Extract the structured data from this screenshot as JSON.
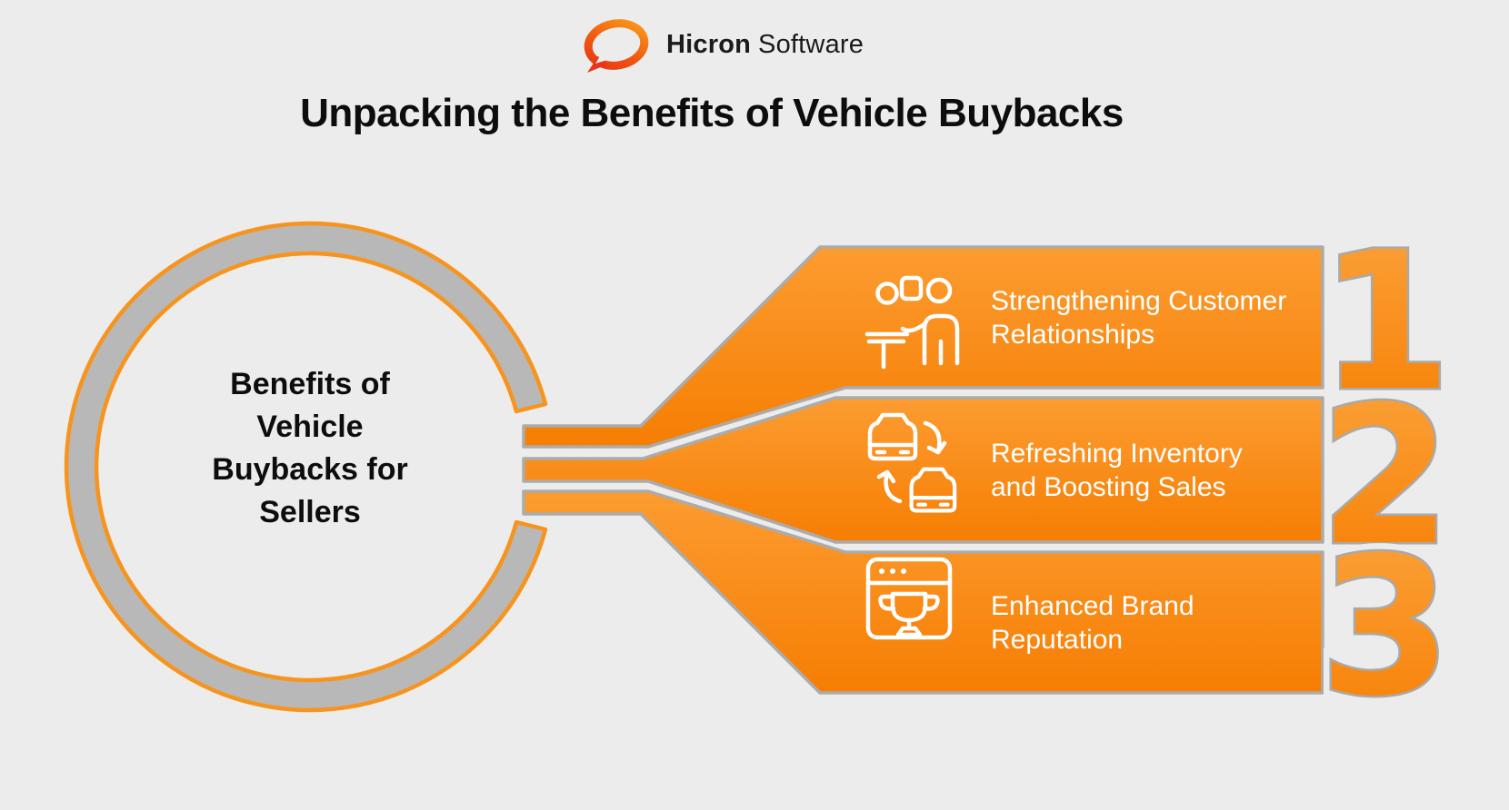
{
  "background": "#ECECEC",
  "colors": {
    "banner_orange_top": "#FC9C31",
    "banner_orange_bottom": "#F67E03",
    "banner_outline_gray": "#ABABAB",
    "ring_gray": "#B8B8B8",
    "ring_orange": "#F7941E",
    "number_outline_gray": "#A9A9A9",
    "logo_gradient_start": "#F8A01D",
    "logo_gradient_end": "#E63517",
    "title_black": "#0d0d0d",
    "banner_text_white": "#ffffff"
  },
  "header": {
    "logo_brand": "Hicron",
    "logo_suffix": "Software",
    "title": "Unpacking the Benefits of Vehicle Buybacks"
  },
  "hub": {
    "label": "Benefits of\nVehicle\nBuybacks for\nSellers"
  },
  "items": [
    {
      "number": "1",
      "label": "Strengthening Customer\nRelationships",
      "icon": "presenter-customers-icon"
    },
    {
      "number": "2",
      "label": "Refreshing Inventory\nand Boosting Sales",
      "icon": "car-exchange-icon"
    },
    {
      "number": "3",
      "label": "Enhanced Brand\nReputation",
      "icon": "browser-trophy-icon"
    }
  ]
}
